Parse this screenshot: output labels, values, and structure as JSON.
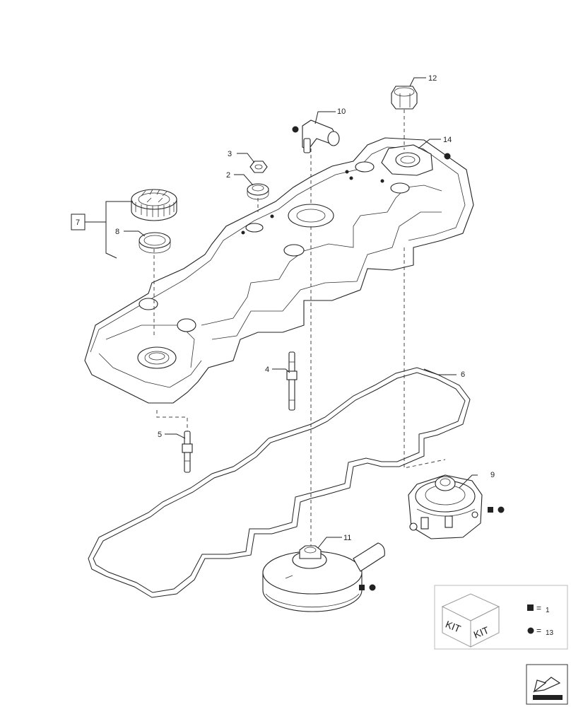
{
  "callouts": {
    "c2": "2",
    "c3": "3",
    "c4": "4",
    "c5": "5",
    "c6": "6",
    "c7": "7",
    "c8": "8",
    "c9": "9",
    "c10": "10",
    "c11": "11",
    "c12": "12",
    "c14": "14"
  },
  "kit_box": {
    "cube_text_left": "KIT",
    "cube_text_right": "KIT",
    "square_count": "1",
    "circle_count": "13",
    "equals": "="
  },
  "markers": {
    "square_symbol": "kit-square",
    "circle_symbol": "kit-circle"
  },
  "icons": {
    "nav_icon": "arrow-back-icon"
  }
}
